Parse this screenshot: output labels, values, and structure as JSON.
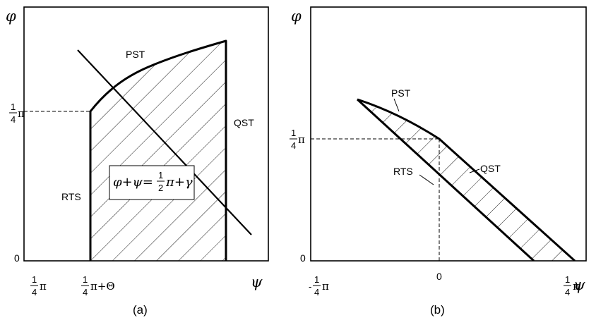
{
  "panel_a": {
    "y_axis_symbol": "φ",
    "x_axis_symbol": "ψ",
    "caption": "(a)",
    "origin_label": "0",
    "y_tick": {
      "num": "1",
      "den": "4",
      "sym": "π"
    },
    "x_tick_1": {
      "num": "1",
      "den": "4",
      "sym": "π"
    },
    "x_tick_2": {
      "num": "1",
      "den": "4",
      "sym": "π+Θ"
    },
    "label_pst": "PST",
    "label_qst": "QST",
    "label_rts": "RTS",
    "equation": {
      "lhs": "φ+ψ=",
      "num": "1",
      "den": "2",
      "rhs": "π+γ"
    }
  },
  "panel_b": {
    "y_axis_symbol": "φ",
    "x_axis_symbol": "ψ",
    "caption": "(b)",
    "origin_label": "0",
    "y_tick": {
      "num": "1",
      "den": "4",
      "sym": "π"
    },
    "x_tick_left": {
      "prefix": "-",
      "num": "1",
      "den": "4",
      "sym": "π"
    },
    "x_tick_mid": "0",
    "x_tick_right": {
      "num": "1",
      "den": "4",
      "sym": "π"
    },
    "label_pst": "PST",
    "label_rts": "RTS",
    "label_qst": "QST"
  }
}
